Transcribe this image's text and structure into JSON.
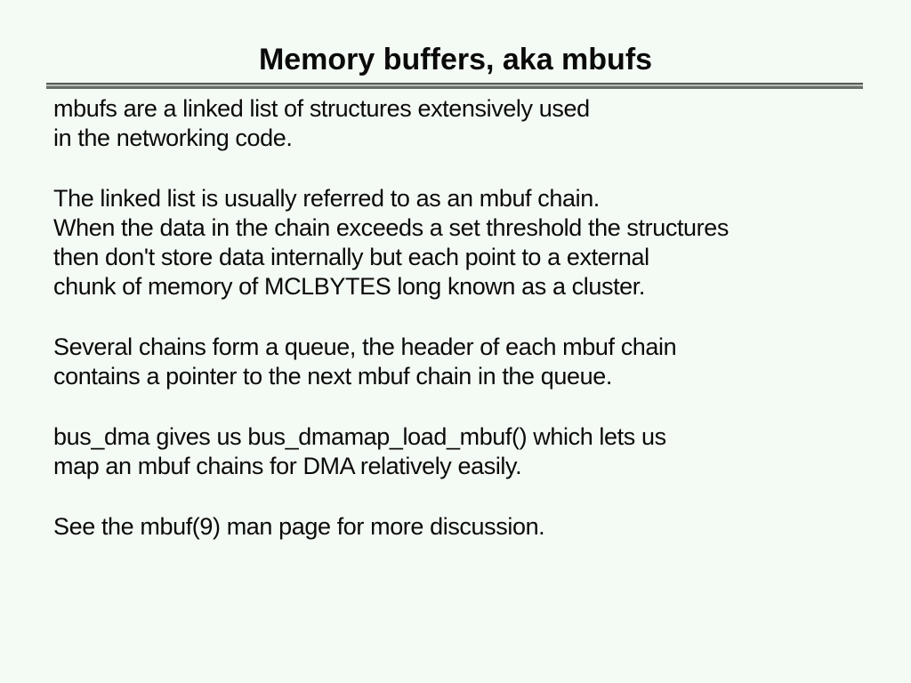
{
  "slide": {
    "title": "Memory buffers, aka mbufs",
    "paragraphs": [
      {
        "lines": [
          "mbufs are a linked list of structures extensively used",
          "in the networking code."
        ]
      },
      {
        "lines": [
          "The linked list is usually referred to as an mbuf chain.",
          "When the data in the chain exceeds a set threshold the structures",
          "then don't store data internally but each point to a external",
          "chunk of memory of MCLBYTES long known as a cluster."
        ]
      },
      {
        "lines": [
          "Several chains form a queue, the header of each mbuf chain",
          "contains a pointer to the next mbuf chain in the queue."
        ]
      },
      {
        "lines": [
          "bus_dma gives us bus_dmamap_load_mbuf() which lets us",
          "map an mbuf chains for DMA relatively easily."
        ]
      },
      {
        "lines": [
          "See the mbuf(9) man page for more discussion."
        ]
      }
    ]
  },
  "colors": {
    "background": "#f4faf4",
    "text": "#0a0a0a",
    "rule_dark": "#585c58",
    "rule_light": "#b4bab4"
  }
}
